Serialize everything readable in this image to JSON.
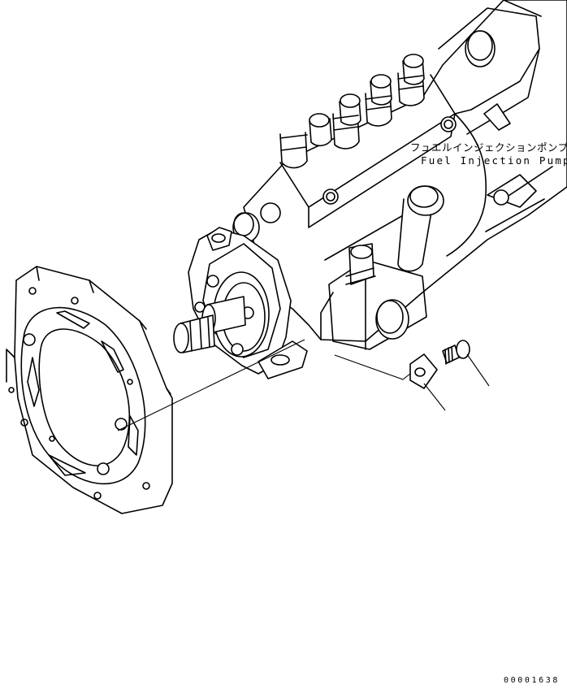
{
  "callout": {
    "label_jp": "フュエルインジェクションポンプ",
    "label_en": "Fuel Injection Pump"
  },
  "drawing_number": "00001638",
  "colors": {
    "line": "#000000",
    "background": "#ffffff"
  }
}
